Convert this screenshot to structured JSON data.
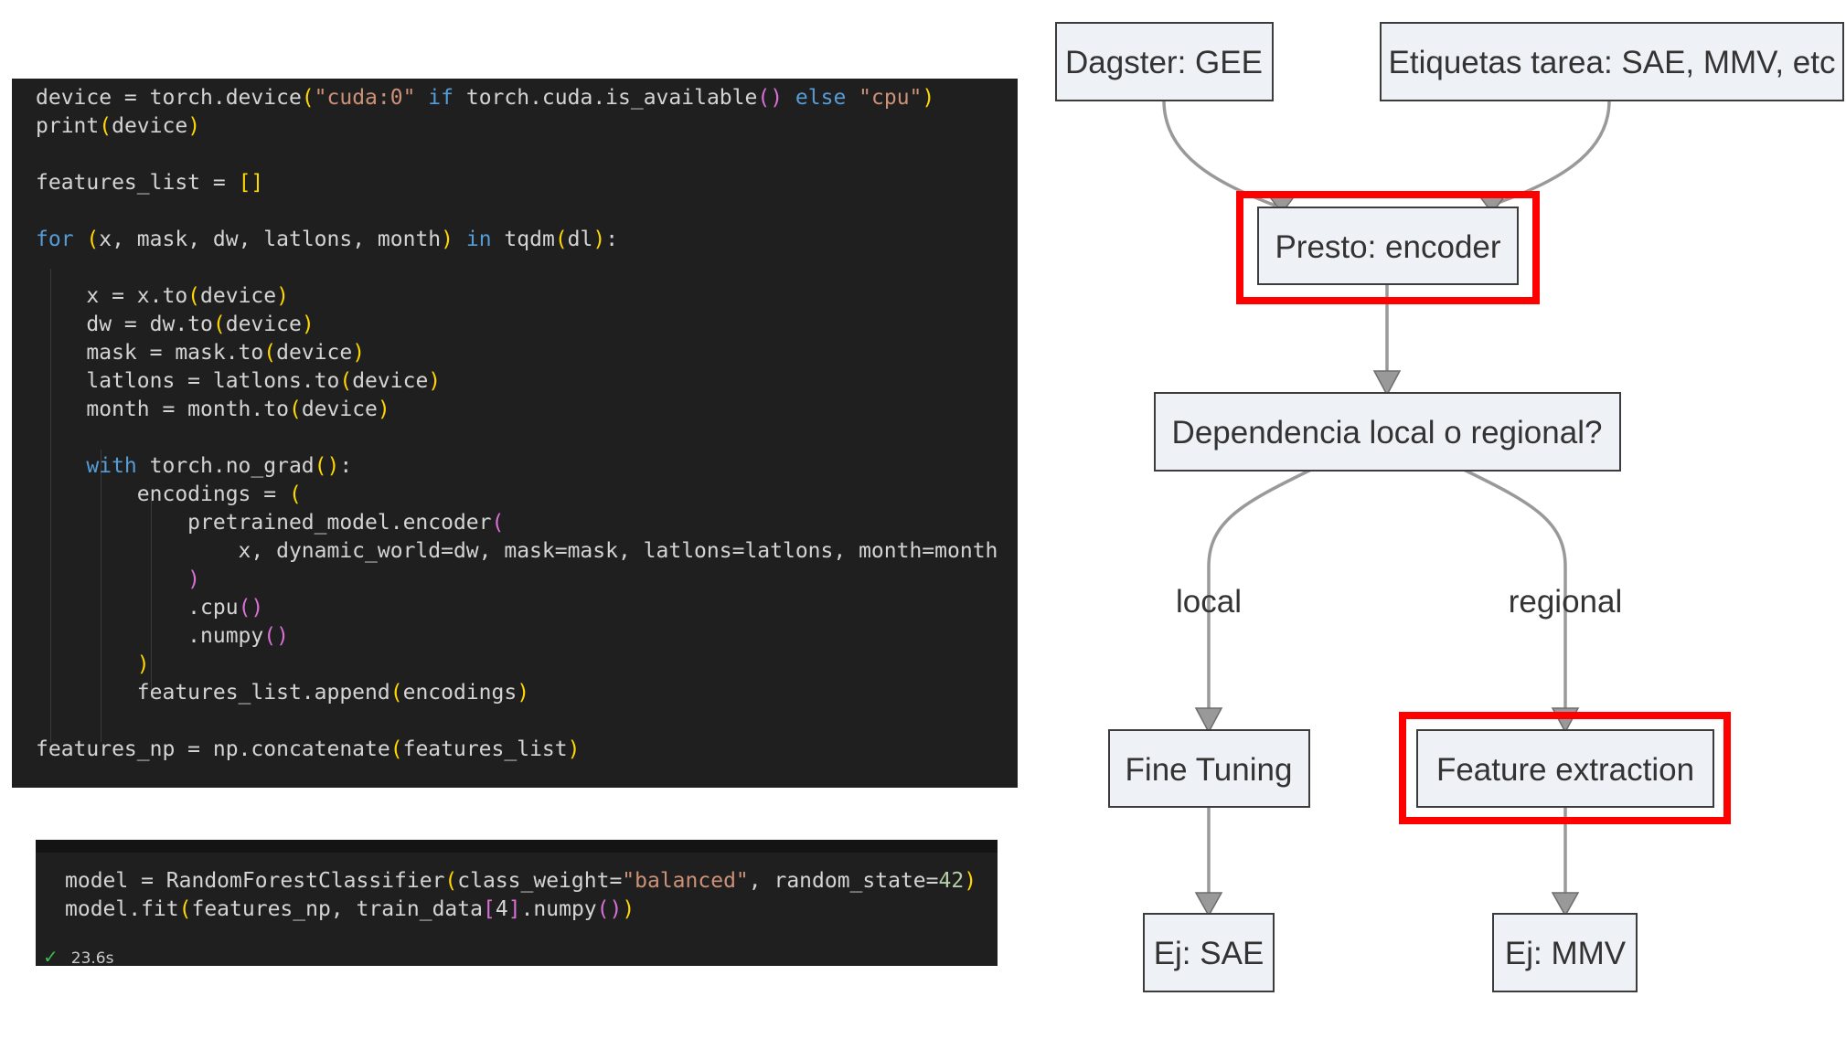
{
  "code_cell_1": {
    "lines": [
      [
        {
          "t": "device = torch.device"
        },
        {
          "t": "(",
          "c": "br1"
        },
        {
          "t": "\"cuda:0\"",
          "c": "str"
        },
        {
          "t": " "
        },
        {
          "t": "if",
          "c": "kw"
        },
        {
          "t": " torch.cuda.is_available"
        },
        {
          "t": "()",
          "c": "br2"
        },
        {
          "t": " "
        },
        {
          "t": "else",
          "c": "kw"
        },
        {
          "t": " "
        },
        {
          "t": "\"cpu\"",
          "c": "str"
        },
        {
          "t": ")",
          "c": "br1"
        }
      ],
      [
        {
          "t": "print"
        },
        {
          "t": "(",
          "c": "br1"
        },
        {
          "t": "device"
        },
        {
          "t": ")",
          "c": "br1"
        }
      ],
      [],
      [
        {
          "t": "features_list = "
        },
        {
          "t": "[]",
          "c": "br1"
        }
      ],
      [],
      [
        {
          "t": "for",
          "c": "kw"
        },
        {
          "t": " "
        },
        {
          "t": "(",
          "c": "br1"
        },
        {
          "t": "x, mask, dw, latlons, month"
        },
        {
          "t": ")",
          "c": "br1"
        },
        {
          "t": " "
        },
        {
          "t": "in",
          "c": "kw"
        },
        {
          "t": " tqdm"
        },
        {
          "t": "(",
          "c": "br1"
        },
        {
          "t": "dl"
        },
        {
          "t": ")",
          "c": "br1"
        },
        {
          "t": ":"
        }
      ],
      [],
      [
        {
          "t": "    x = x.to"
        },
        {
          "t": "(",
          "c": "br1"
        },
        {
          "t": "device"
        },
        {
          "t": ")",
          "c": "br1"
        }
      ],
      [
        {
          "t": "    dw = dw.to"
        },
        {
          "t": "(",
          "c": "br1"
        },
        {
          "t": "device"
        },
        {
          "t": ")",
          "c": "br1"
        }
      ],
      [
        {
          "t": "    mask = mask.to"
        },
        {
          "t": "(",
          "c": "br1"
        },
        {
          "t": "device"
        },
        {
          "t": ")",
          "c": "br1"
        }
      ],
      [
        {
          "t": "    latlons = latlons.to"
        },
        {
          "t": "(",
          "c": "br1"
        },
        {
          "t": "device"
        },
        {
          "t": ")",
          "c": "br1"
        }
      ],
      [
        {
          "t": "    month = month.to"
        },
        {
          "t": "(",
          "c": "br1"
        },
        {
          "t": "device"
        },
        {
          "t": ")",
          "c": "br1"
        }
      ],
      [],
      [
        {
          "t": "    "
        },
        {
          "t": "with",
          "c": "kw"
        },
        {
          "t": " torch.no_grad"
        },
        {
          "t": "()",
          "c": "br1"
        },
        {
          "t": ":"
        }
      ],
      [
        {
          "t": "        encodings = "
        },
        {
          "t": "(",
          "c": "br1"
        }
      ],
      [
        {
          "t": "            pretrained_model.encoder"
        },
        {
          "t": "(",
          "c": "br2"
        }
      ],
      [
        {
          "t": "                x, dynamic_world=dw, mask=mask, latlons=latlons, month=month"
        }
      ],
      [
        {
          "t": "            "
        },
        {
          "t": ")",
          "c": "br2"
        }
      ],
      [
        {
          "t": "            .cpu"
        },
        {
          "t": "()",
          "c": "br2"
        }
      ],
      [
        {
          "t": "            .numpy"
        },
        {
          "t": "()",
          "c": "br2"
        }
      ],
      [
        {
          "t": "        "
        },
        {
          "t": ")",
          "c": "br1"
        }
      ],
      [
        {
          "t": "        features_list.append"
        },
        {
          "t": "(",
          "c": "br1"
        },
        {
          "t": "encodings"
        },
        {
          "t": ")",
          "c": "br1"
        }
      ],
      [],
      [
        {
          "t": "features_np = np.concatenate"
        },
        {
          "t": "(",
          "c": "br1"
        },
        {
          "t": "features_list"
        },
        {
          "t": ")",
          "c": "br1"
        }
      ]
    ]
  },
  "code_cell_2": {
    "lines": [
      [
        {
          "t": "model = RandomForestClassifier"
        },
        {
          "t": "(",
          "c": "br1"
        },
        {
          "t": "class_weight="
        },
        {
          "t": "\"balanced\"",
          "c": "str"
        },
        {
          "t": ", random_state="
        },
        {
          "t": "42",
          "c": "num"
        },
        {
          "t": ")",
          "c": "br1"
        }
      ],
      [
        {
          "t": "model.fit"
        },
        {
          "t": "(",
          "c": "br1"
        },
        {
          "t": "features_np, train_data"
        },
        {
          "t": "[",
          "c": "br2"
        },
        {
          "t": "4"
        },
        {
          "t": "]",
          "c": "br2"
        },
        {
          "t": ".numpy"
        },
        {
          "t": "()",
          "c": "br2"
        },
        {
          "t": ")",
          "c": "br1"
        }
      ]
    ],
    "status": {
      "icon": "check-icon",
      "time": "23.6s"
    }
  },
  "diagram": {
    "nodes": {
      "dagster": "Dagster: GEE",
      "etiquetas": "Etiquetas tarea: SAE, MMV, etc",
      "presto": "Presto: encoder",
      "dependencia": "Dependencia local o regional?",
      "fine_tuning": "Fine Tuning",
      "feature_extraction": "Feature extraction",
      "ej_sae": "Ej: SAE",
      "ej_mmv": "Ej: MMV"
    },
    "edge_labels": {
      "local": "local",
      "regional": "regional"
    },
    "highlight_color": "#ff0000",
    "highlighted": [
      "presto",
      "feature_extraction"
    ]
  }
}
